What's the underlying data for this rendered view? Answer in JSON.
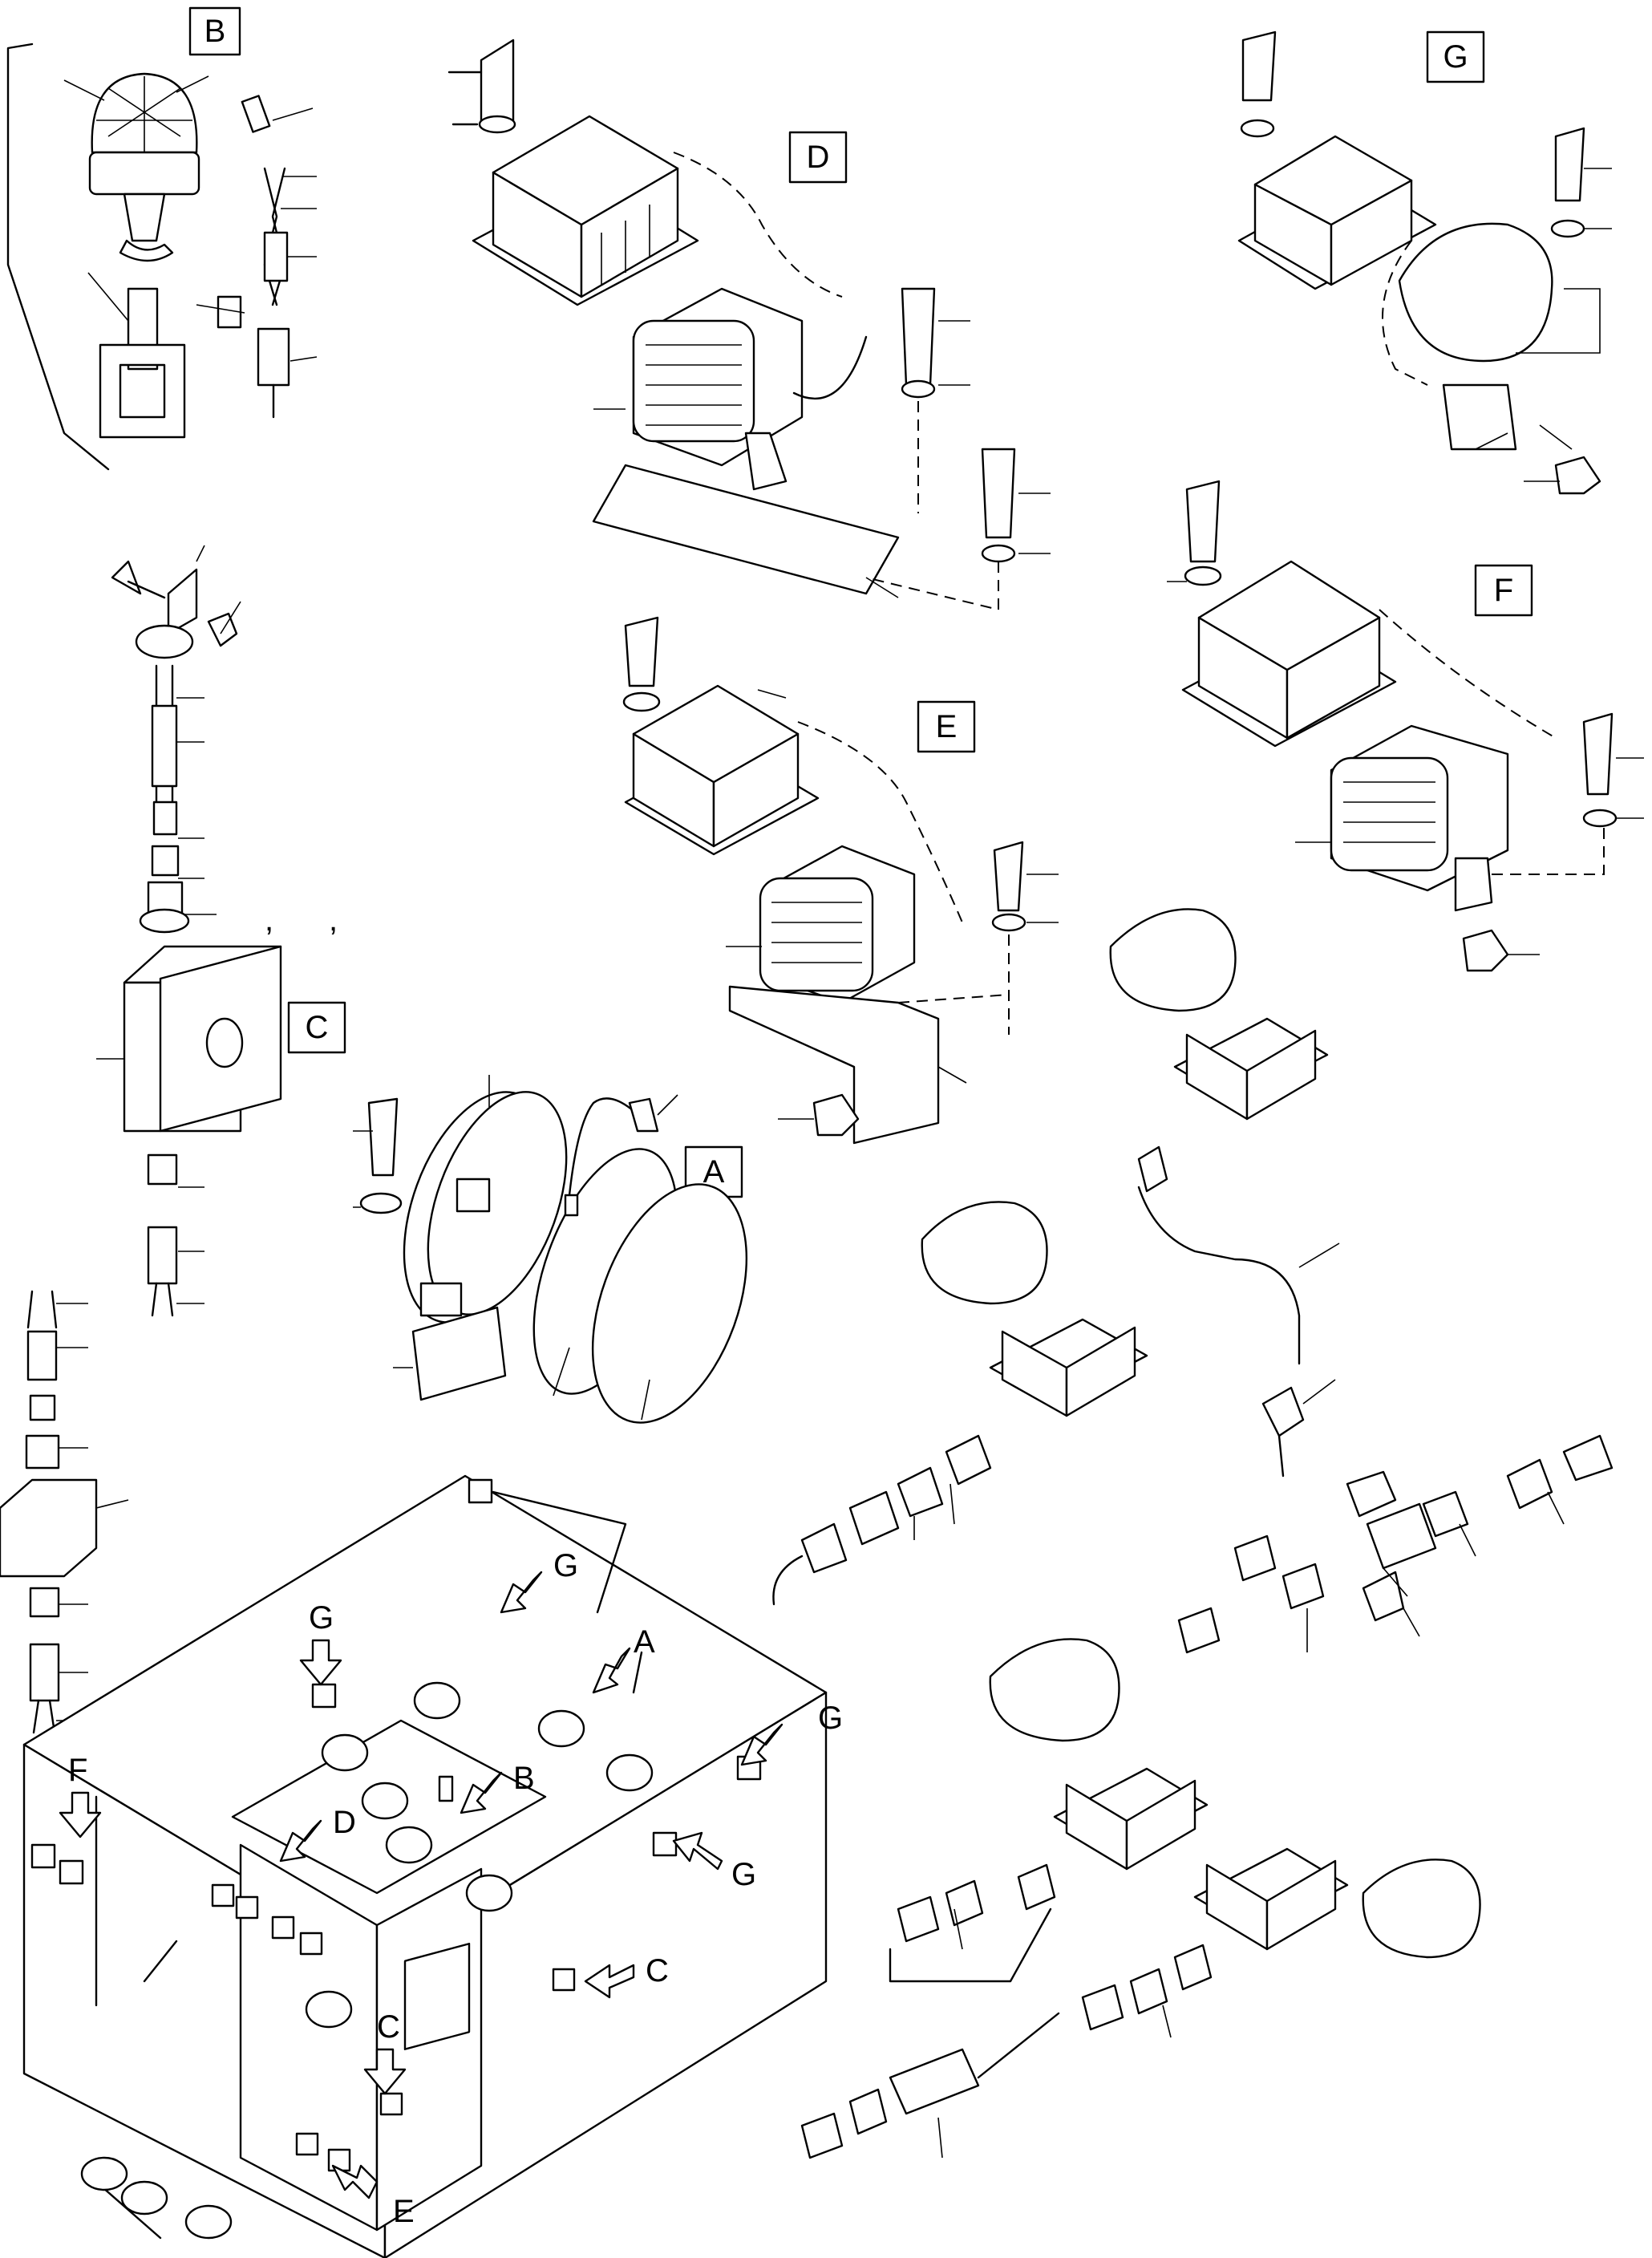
{
  "callouts": {
    "A": "A",
    "B": "B",
    "C": "C",
    "D": "D",
    "E": "E",
    "F": "F",
    "G": "G"
  },
  "stray_marks": {
    "c1": ",",
    "c2": ","
  },
  "machine_labels": {
    "A": "A",
    "B": "B",
    "C1": "C",
    "C2": "C",
    "D": "D",
    "E": "E",
    "F": "F",
    "G1": "G",
    "G2": "G",
    "G3": "G",
    "G4": "G"
  }
}
